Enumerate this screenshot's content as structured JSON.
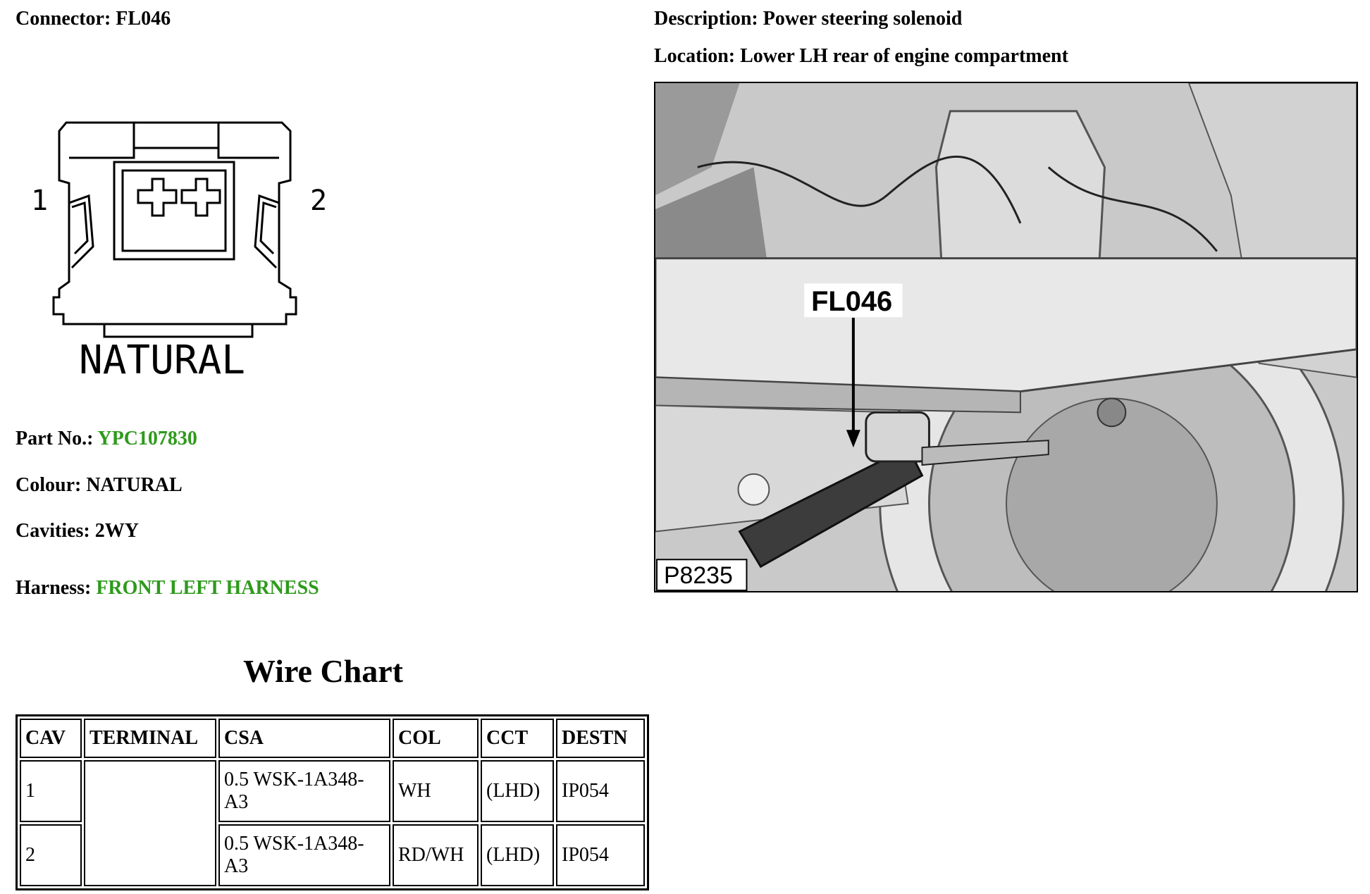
{
  "connector": {
    "label": "Connector:",
    "value": "FL046"
  },
  "description": {
    "label": "Description:",
    "value": "Power steering solenoid"
  },
  "location": {
    "label": "Location:",
    "value": "Lower LH rear of engine compartment"
  },
  "diagram": {
    "pin_left": "1",
    "pin_right": "2",
    "colour_text": "NATURAL"
  },
  "photo": {
    "callout": "FL046",
    "ref_code": "P8235"
  },
  "details": {
    "part_no_label": "Part No.:",
    "part_no_value": "YPC107830",
    "colour_label": "Colour:",
    "colour_value": "NATURAL",
    "cavities_label": "Cavities:",
    "cavities_value": "2WY",
    "harness_label": "Harness:",
    "harness_value": "FRONT LEFT HARNESS"
  },
  "wire_chart": {
    "title": "Wire Chart",
    "columns": [
      "CAV",
      "TERMINAL",
      "CSA",
      "COL",
      "CCT",
      "DESTN"
    ],
    "rows": [
      {
        "cav": "1",
        "terminal": "",
        "csa": "0.5 WSK-1A348-A3",
        "col": "WH",
        "cct": "(LHD)",
        "destn": "IP054"
      },
      {
        "cav": "2",
        "terminal": "",
        "csa": "0.5 WSK-1A348-A3",
        "col": "RD/WH",
        "cct": "(LHD)",
        "destn": "IP054"
      }
    ]
  },
  "colors": {
    "link_green": "#2e9a1c",
    "photo_bg": "#cfcfcf"
  }
}
